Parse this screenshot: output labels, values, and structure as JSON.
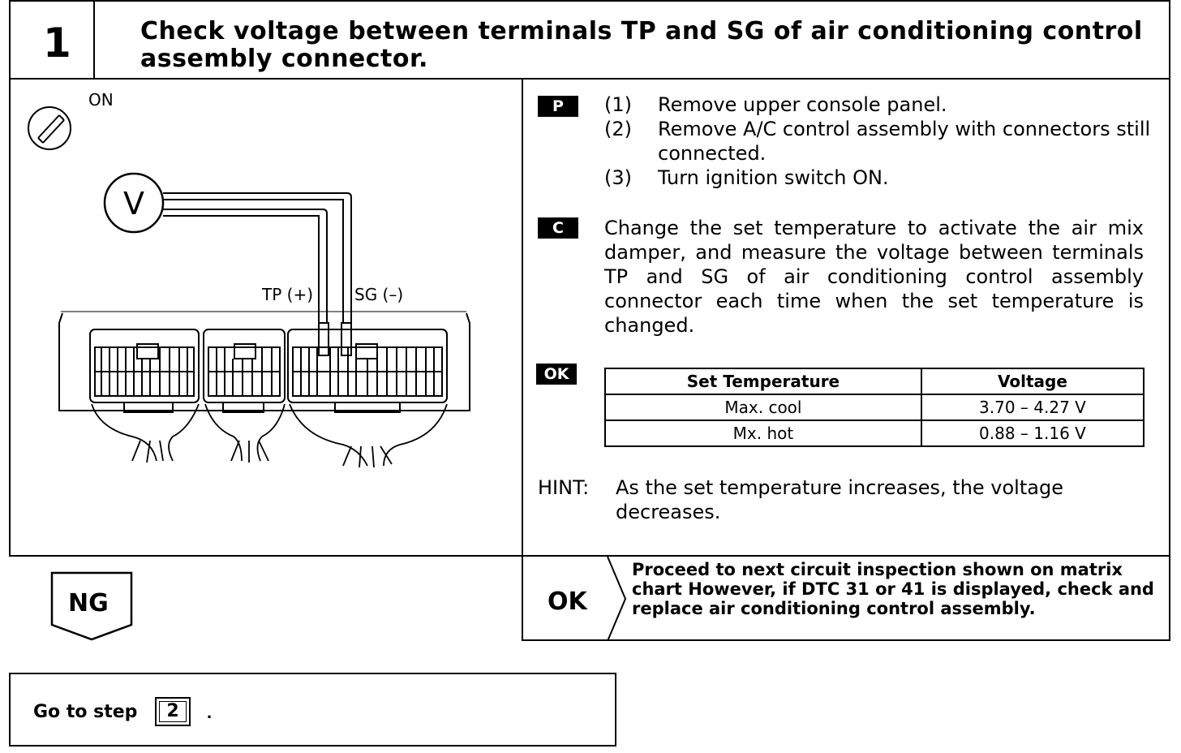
{
  "header": {
    "step_number": "1",
    "title": "Check voltage between terminals TP and SG of air conditioning control assembly connector."
  },
  "diagram": {
    "ignition_label": "ON",
    "meter_label": "V",
    "tp_label": "TP (+)",
    "sg_label": "SG (–)"
  },
  "preparation": {
    "tag": "P",
    "steps": [
      {
        "num": "(1)",
        "text": "Remove upper console panel."
      },
      {
        "num": "(2)",
        "text": "Remove A/C control assembly with connectors still connected."
      },
      {
        "num": "(3)",
        "text": "Turn ignition switch ON."
      }
    ]
  },
  "check": {
    "tag": "C",
    "text": "Change the set temperature to activate the air mix damper, and measure the voltage between terminals TP and SG of air conditioning control assembly connector each time when the set temperature is changed."
  },
  "ok_spec": {
    "tag": "OK",
    "headers": [
      "Set Temperature",
      "Voltage"
    ],
    "rows": [
      [
        "Max. cool",
        "3.70 – 4.27 V"
      ],
      [
        "Mx. hot",
        "0.88 – 1.16 V"
      ]
    ]
  },
  "hint": {
    "label": "HINT:",
    "text": "As the set temperature increases, the voltage decreases."
  },
  "ok_result": {
    "label": "OK",
    "text": "Proceed to next circuit inspection shown on matrix chart However, if DTC 31 or 41 is displayed, check and replace air conditioning control assembly."
  },
  "ng": {
    "label": "NG"
  },
  "goto": {
    "text": "Go to step",
    "step": "2",
    "period": "."
  }
}
